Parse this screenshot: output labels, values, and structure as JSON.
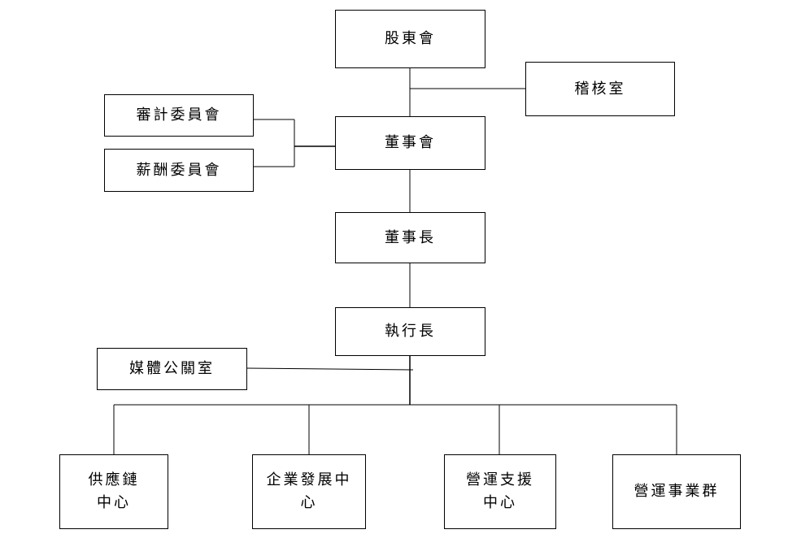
{
  "org": {
    "shareholders": "股東會",
    "audit_office": "稽核室",
    "audit_committee": "審計委員會",
    "compensation_committee": "薪酬委員會",
    "board": "董事會",
    "chairman": "董事長",
    "ceo": "執行長",
    "pr_office": "媒體公關室",
    "units": [
      {
        "line1": "供應鏈",
        "line2": "中心"
      },
      {
        "line1": "企業發展中",
        "line2": "心"
      },
      {
        "line1": "營運支援",
        "line2": "中心"
      },
      {
        "line1": "營運事業群",
        "line2": ""
      }
    ]
  }
}
